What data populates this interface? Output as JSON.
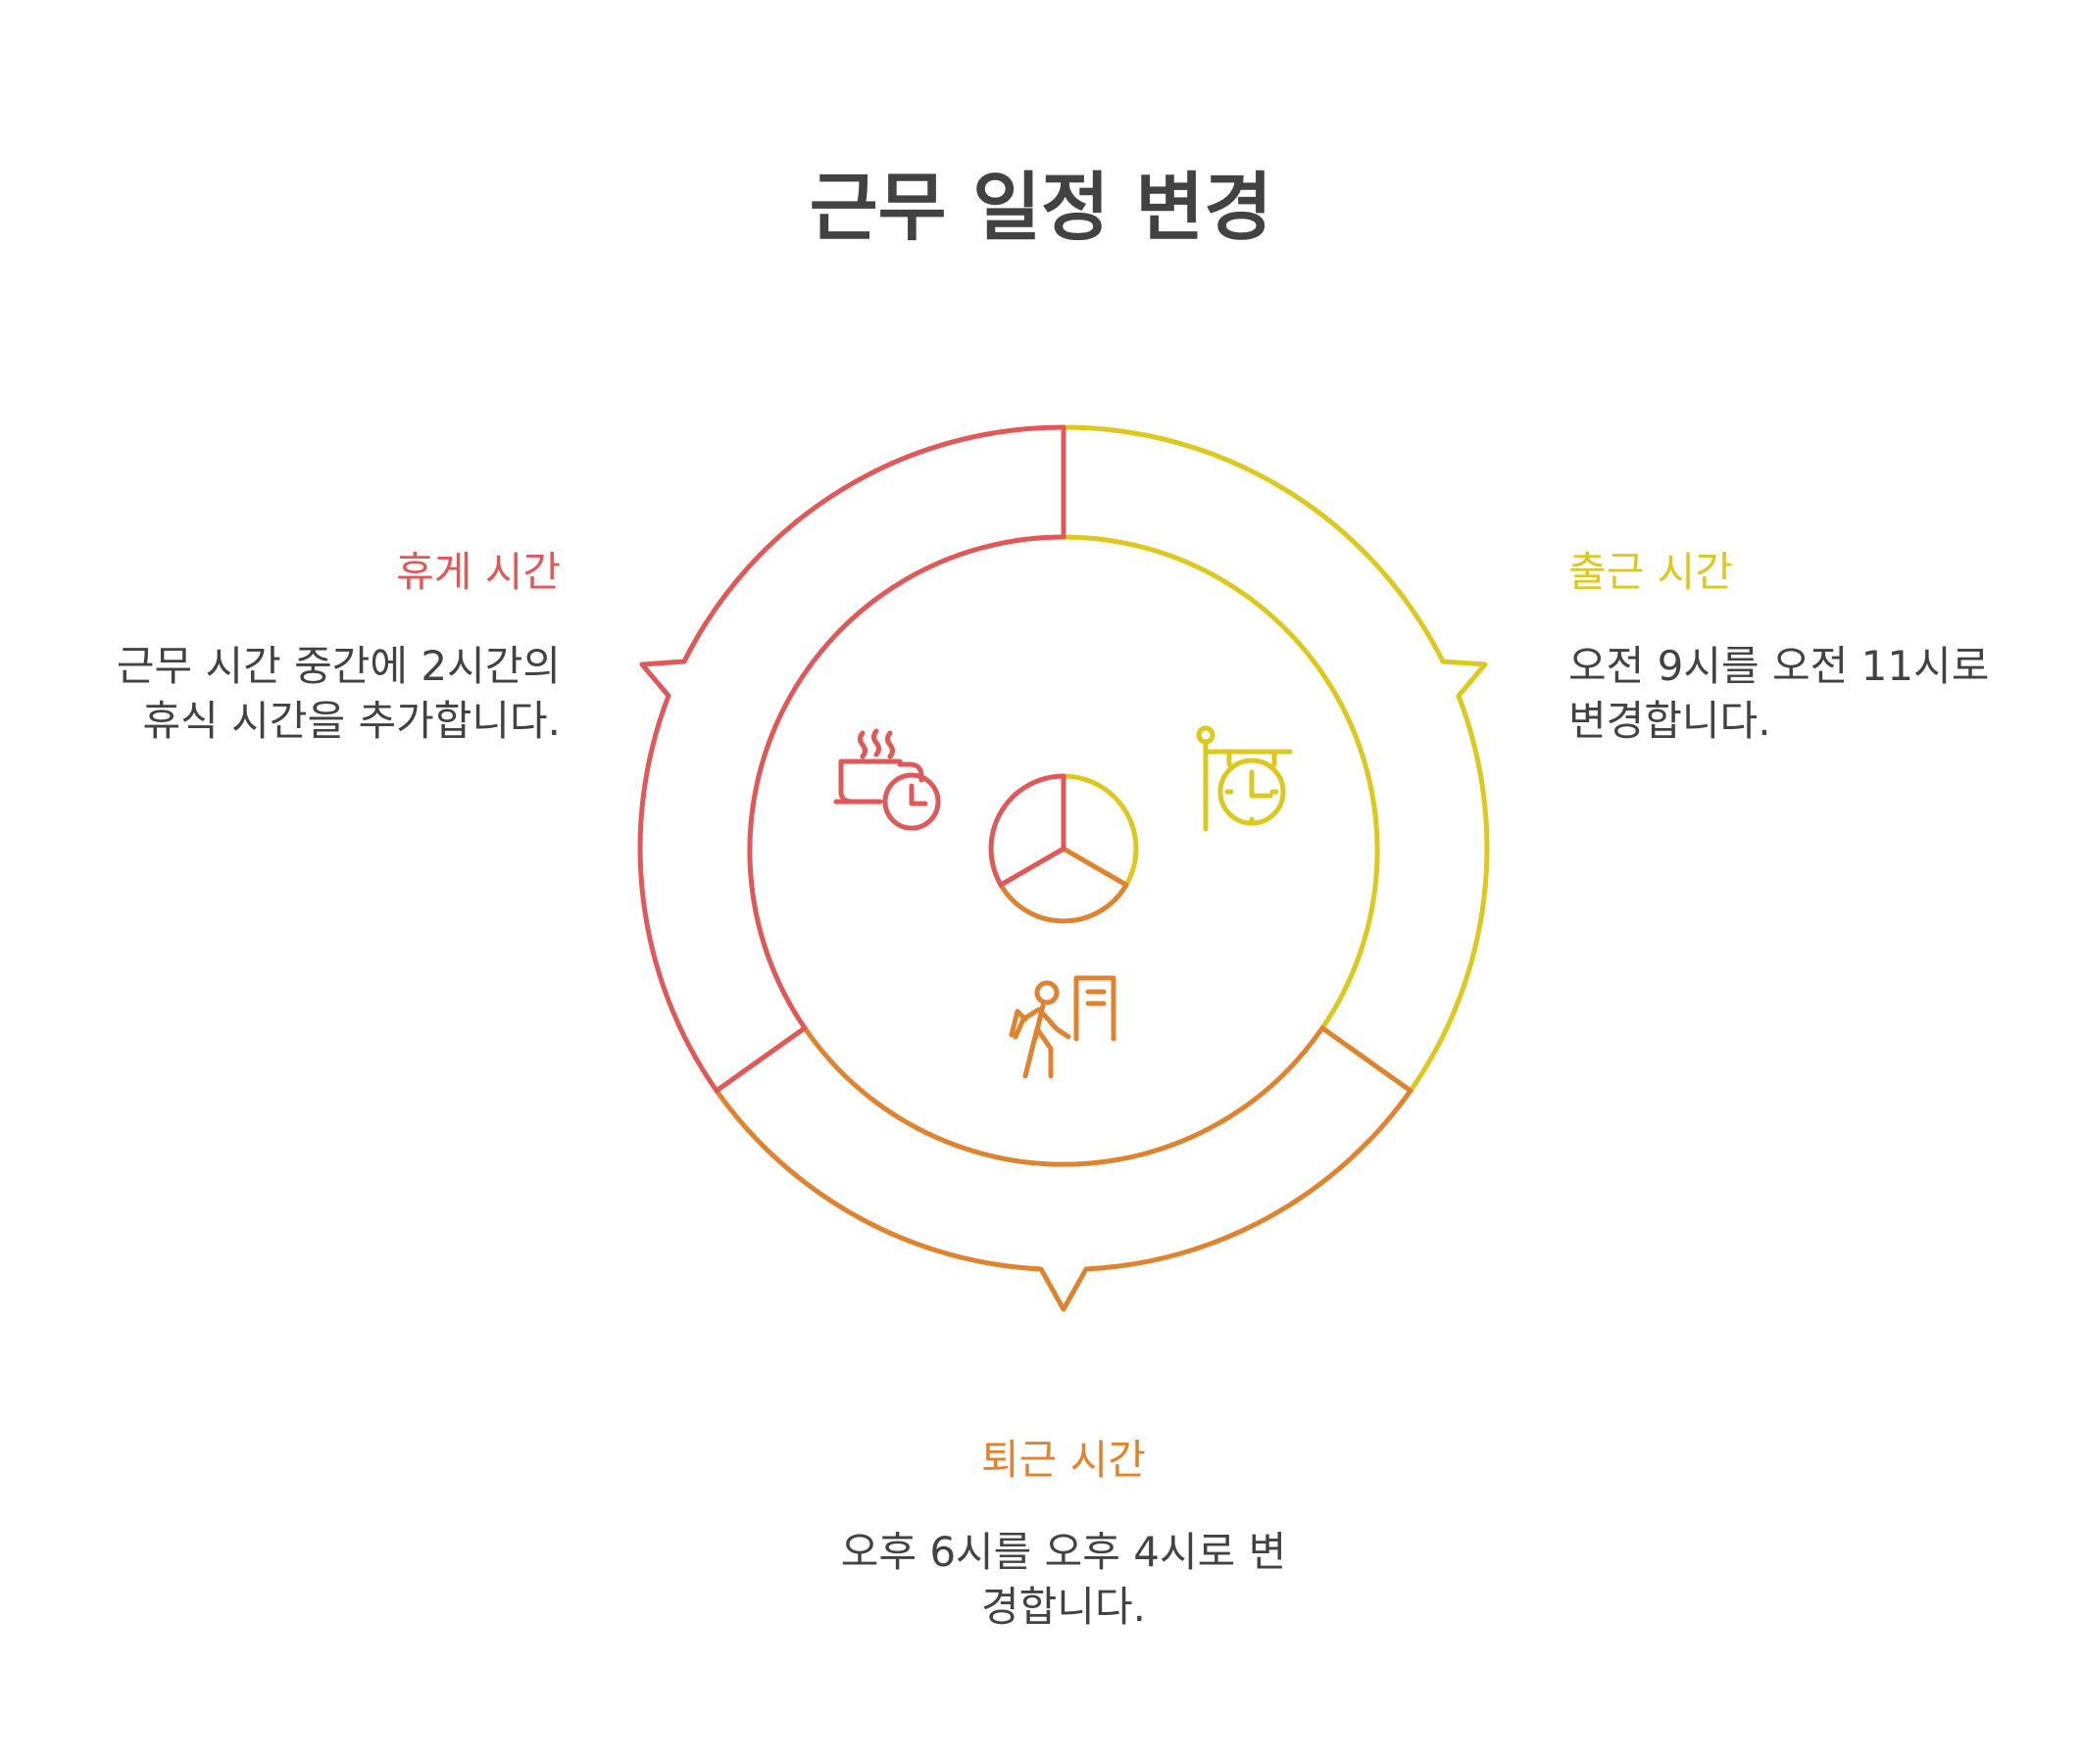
{
  "title": "근무 일정 변경",
  "colors": {
    "break": "#E05858",
    "arrival": "#DDC81E",
    "departure": "#E0832F",
    "text": "#424242"
  },
  "segments": {
    "break": {
      "label": "휴게 시간",
      "desc_line1": "근무 시간 중간에 2시간의",
      "desc_line2": "휴식 시간을 추가합니다.",
      "icon": "coffee-clock-icon"
    },
    "arrival": {
      "label": "출근 시간",
      "desc_line1": "오전 9시를 오전 11시로",
      "desc_line2": "변경합니다.",
      "icon": "sign-clock-icon"
    },
    "departure": {
      "label": "퇴근 시간",
      "desc_line1": "오후 6시를 오후 4시로 변",
      "desc_line2": "경합니다.",
      "icon": "walking-person-exit-icon"
    }
  }
}
